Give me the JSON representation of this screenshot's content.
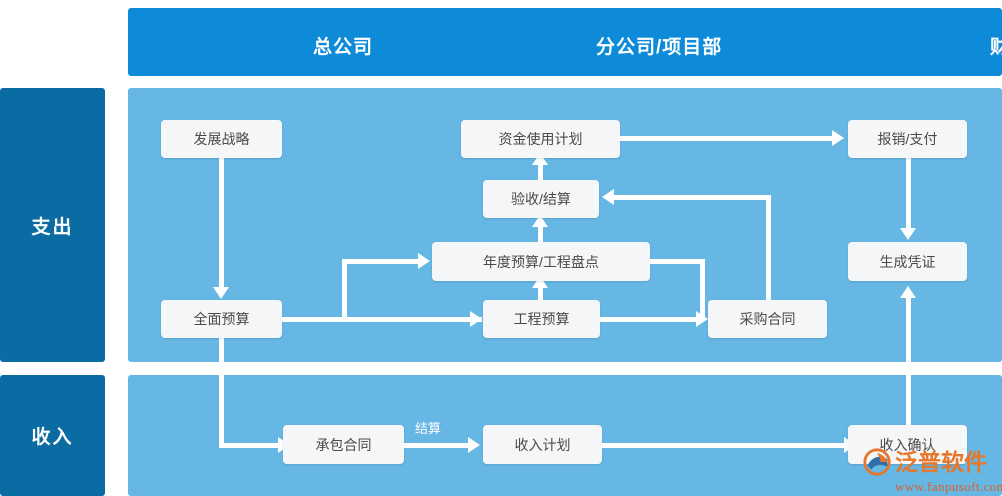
{
  "header": {
    "columns": [
      {
        "label": "总公司"
      },
      {
        "label": "分公司/项目部"
      },
      {
        "label": "财务部"
      }
    ]
  },
  "sidebar": {
    "sections": [
      {
        "label": "支出"
      },
      {
        "label": "收入"
      }
    ]
  },
  "colors": {
    "header_band": "#0d8bd9",
    "sidebar_block": "#0b6ca3",
    "panel": "#66b7e4",
    "node_fill": "#f5f6f7",
    "node_text": "#4a4a4a",
    "connector": "#ffffff",
    "watermark": "#e8762a"
  },
  "expense": {
    "section_label": "支出",
    "nodes": [
      {
        "id": "fazhan-zhanlue",
        "label": "发展战略",
        "column": "总公司"
      },
      {
        "id": "quanmian-yusuan",
        "label": "全面预算",
        "column": "总公司"
      },
      {
        "id": "zijin-jihua",
        "label": "资金使用计划",
        "column": "分公司/项目部"
      },
      {
        "id": "yanshou-jiesuan",
        "label": "验收/结算",
        "column": "分公司/项目部"
      },
      {
        "id": "niandu-yusuan",
        "label": "年度预算/工程盘点",
        "column": "分公司/项目部"
      },
      {
        "id": "gongcheng-yusuan",
        "label": "工程预算",
        "column": "分公司/项目部"
      },
      {
        "id": "caigou-hetong",
        "label": "采购合同",
        "column": "分公司/项目部"
      },
      {
        "id": "baoxiao-zhifu",
        "label": "报销/支付",
        "column": "财务部"
      },
      {
        "id": "shengcheng-pingzheng",
        "label": "生成凭证",
        "column": "财务部"
      }
    ],
    "edges": [
      {
        "from": "fazhan-zhanlue",
        "to": "quanmian-yusuan",
        "label": ""
      },
      {
        "from": "quanmian-yusuan",
        "to": "niandu-yusuan",
        "label": ""
      },
      {
        "from": "quanmian-yusuan",
        "to": "gongcheng-yusuan",
        "label": ""
      },
      {
        "from": "gongcheng-yusuan",
        "to": "niandu-yusuan",
        "label": ""
      },
      {
        "from": "gongcheng-yusuan",
        "to": "caigou-hetong",
        "label": ""
      },
      {
        "from": "niandu-yusuan",
        "to": "caigou-hetong",
        "label": ""
      },
      {
        "from": "niandu-yusuan",
        "to": "yanshou-jiesuan",
        "label": ""
      },
      {
        "from": "caigou-hetong",
        "to": "yanshou-jiesuan",
        "label": ""
      },
      {
        "from": "yanshou-jiesuan",
        "to": "zijin-jihua",
        "label": ""
      },
      {
        "from": "zijin-jihua",
        "to": "baoxiao-zhifu",
        "label": ""
      },
      {
        "from": "baoxiao-zhifu",
        "to": "shengcheng-pingzheng",
        "label": ""
      },
      {
        "from": "quanmian-yusuan",
        "to": "chengbao-hetong",
        "label": ""
      }
    ]
  },
  "income": {
    "section_label": "收入",
    "nodes": [
      {
        "id": "chengbao-hetong",
        "label": "承包合同",
        "column": "分公司/项目部"
      },
      {
        "id": "shouru-jihua",
        "label": "收入计划",
        "column": "分公司/项目部"
      },
      {
        "id": "shouru-queren",
        "label": "收入确认",
        "column": "财务部"
      }
    ],
    "edges": [
      {
        "from": "chengbao-hetong",
        "to": "shouru-jihua",
        "label": "结算"
      },
      {
        "from": "shouru-jihua",
        "to": "shouru-queren",
        "label": ""
      },
      {
        "from": "shouru-queren",
        "to": "shengcheng-pingzheng",
        "label": ""
      }
    ]
  },
  "edge_labels": {
    "jiesuan": "结算"
  },
  "watermark": {
    "brand": "泛普软件",
    "url": "www.fanpusoft.com"
  }
}
